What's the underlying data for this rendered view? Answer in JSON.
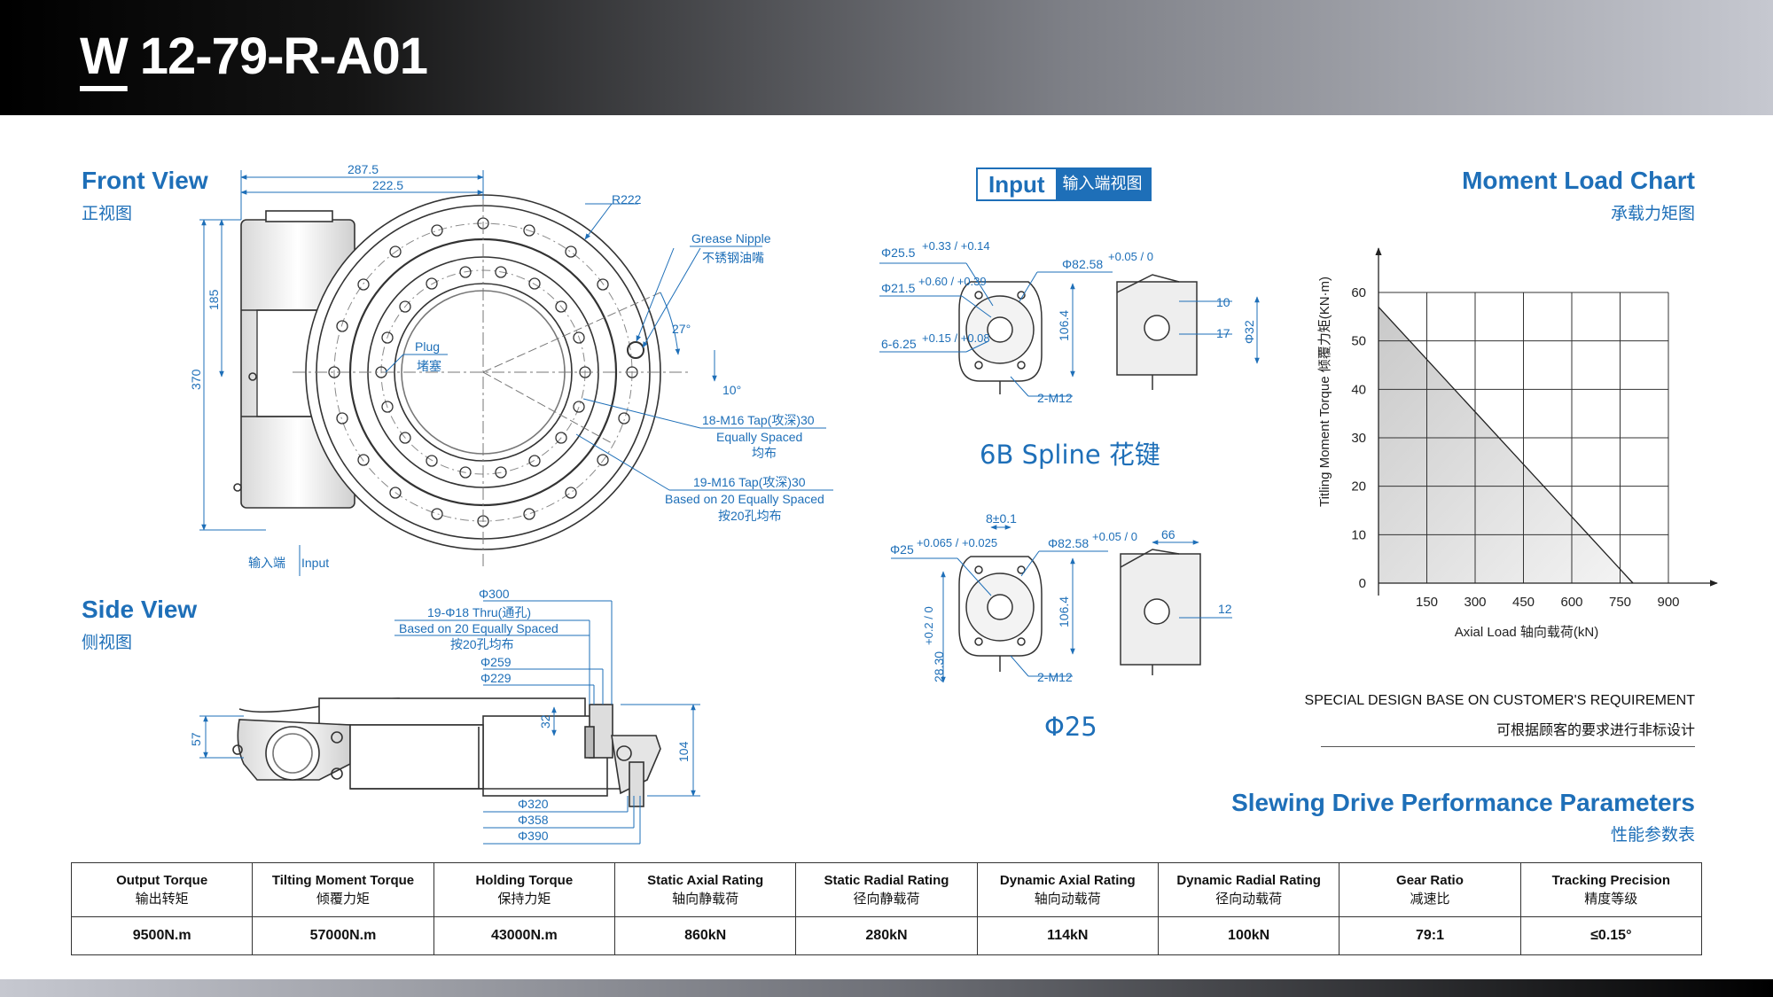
{
  "header": {
    "model_prefix": "W",
    "model_rest": "12-79-R-A01"
  },
  "front_view": {
    "title": "Front View",
    "subtitle": "正视图"
  },
  "side_view": {
    "title": "Side View",
    "subtitle": "侧视图"
  },
  "input": {
    "label": "Input",
    "sub": "输入端视图"
  },
  "moment_chart": {
    "title": "Moment Load Chart",
    "subtitle": "承载力矩图"
  },
  "perf": {
    "title": "Slewing Drive Performance Parameters",
    "subtitle": "性能参数表"
  },
  "front_dims": {
    "d1": "287.5",
    "d2": "222.5",
    "r": "R222",
    "grease1": "Grease Nipple",
    "grease2": "不锈钢油嘴",
    "angle1": "27°",
    "angle2": "10°",
    "plug1": "Plug",
    "plug2": "堵塞",
    "tap1a": "18-M16 Tap(攻深)30",
    "tap1b": "Equally Spaced",
    "tap1c": "均布",
    "tap2a": "19-M16 Tap(攻深)30",
    "tap2b": "Based on 20 Equally Spaced",
    "tap2c": "按20孔均布",
    "h1": "185",
    "h2": "370",
    "input_cn": "输入端",
    "input_en": "Input"
  },
  "side_dims": {
    "phi300": "Φ300",
    "thru1": "19-Φ18 Thru(通孔)",
    "thru2": "Based on 20 Equally Spaced",
    "thru3": "按20孔均布",
    "phi259": "Φ259",
    "phi229": "Φ229",
    "h57": "57",
    "h32": "32",
    "h104": "104",
    "phi320": "Φ320",
    "phi358": "Φ358",
    "phi390": "Φ390"
  },
  "spline_view": {
    "phi255": "Φ25.5",
    "phi255_tol": "+0.33 / +0.14",
    "phi215": "Φ21.5",
    "phi215_tol": "+0.60 / +0.39",
    "s625": "6-6.25",
    "s625_tol": "+0.15 / +0.08",
    "phi8258": "Φ82.58",
    "phi8258_tol": "+0.05 / 0",
    "h1064": "106.4",
    "m12": "2-M12",
    "d10": "10",
    "d17": "17",
    "phi32": "Φ32",
    "caption": "6B Spline 花键"
  },
  "phi25_view": {
    "key": "8±0.1",
    "phi25": "Φ25",
    "phi25_tol": "+0.065 / +0.025",
    "phi8258": "Φ82.58",
    "phi8258_tol": "+0.05 / 0",
    "h2830": "28.30",
    "h2830_tol": "+0.2 / 0",
    "h1064": "106.4",
    "m12": "2-M12",
    "d66": "66",
    "d12": "12",
    "caption": "Φ25"
  },
  "chart_data": {
    "type": "area",
    "title": "",
    "xlabel": "Axial Load 轴向载荷(kN)",
    "ylabel": "Titling Moment Torque 倾覆力矩(KN·m)",
    "x_ticks": [
      150,
      300,
      450,
      600,
      750,
      900
    ],
    "y_ticks": [
      0,
      10,
      20,
      30,
      40,
      50,
      60
    ],
    "xlim": [
      0,
      900
    ],
    "ylim": [
      0,
      60
    ],
    "grid": true,
    "series": [
      {
        "x": [
          0,
          790
        ],
        "y": [
          57,
          0
        ]
      }
    ]
  },
  "special": {
    "line1": "SPECIAL DESIGN BASE ON CUSTOMER'S REQUIREMENT",
    "line2": "可根据顾客的要求进行非标设计"
  },
  "table": {
    "headers": [
      {
        "en": "Output Torque",
        "cn": "输出转矩"
      },
      {
        "en": "Tilting Moment Torque",
        "cn": "倾覆力矩"
      },
      {
        "en": "Holding Torque",
        "cn": "保持力矩"
      },
      {
        "en": "Static Axial Rating",
        "cn": "轴向静载荷"
      },
      {
        "en": "Static Radial Rating",
        "cn": "径向静载荷"
      },
      {
        "en": "Dynamic Axial Rating",
        "cn": "轴向动载荷"
      },
      {
        "en": "Dynamic Radial Rating",
        "cn": "径向动载荷"
      },
      {
        "en": "Gear Ratio",
        "cn": "减速比"
      },
      {
        "en": "Tracking Precision",
        "cn": "精度等级"
      }
    ],
    "values": [
      "9500N.m",
      "57000N.m",
      "43000N.m",
      "860kN",
      "280kN",
      "114kN",
      "100kN",
      "79:1",
      "≤0.15°"
    ]
  },
  "colors": {
    "accent": "#1e6fb8",
    "line": "#333333"
  }
}
